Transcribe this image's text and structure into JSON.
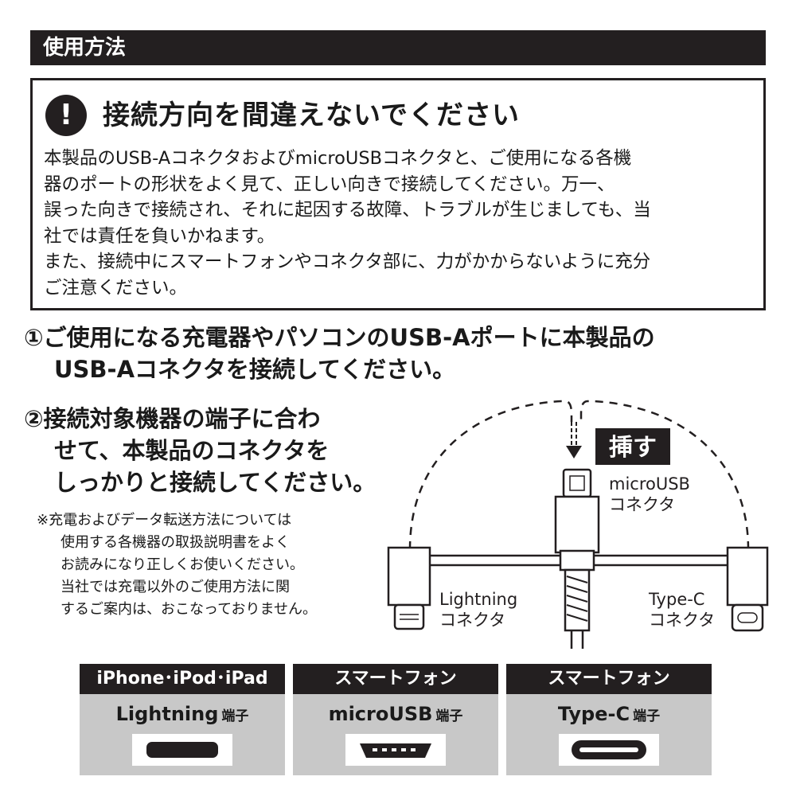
{
  "header": {
    "title": "使用方法"
  },
  "warning": {
    "icon": "exclamation-icon",
    "icon_glyph": "!",
    "title": "接続方向を間違えないでください",
    "lines": [
      "本製品のUSB-AコネクタおよびmicroUSBコネクタと、ご使用になる各機",
      "器のポートの形状をよく見て、正しい向きで接続してください。万一、",
      "誤った向きで接続され、それに起因する故障、トラブルが生じましても、当",
      "社では責任を負いかねます。",
      "また、接続中にスマートフォンやコネクタ部に、力がかからないように充分",
      "ご注意ください。"
    ]
  },
  "step1": {
    "line1": "①ご使用になる充電器やパソコンのUSB-Aポートに本製品の",
    "line2": "USB-Aコネクタを接続してください。"
  },
  "step2": {
    "line1": "②接続対象機器の端子に合わ",
    "line2": "せて、本製品のコネクタを",
    "line3": "しっかりと接続してください。"
  },
  "note": {
    "line1": "※充電およびデータ転送方法については",
    "line2": "使用する各機器の取扱説明書をよく",
    "line3": "お読みになり正しくお使いください。",
    "line4": "当社では充電以外のご使用方法に関",
    "line5": "するご案内は、おこなっておりません。"
  },
  "diagram": {
    "insert_label": "挿す",
    "micro_label_1": "microUSB",
    "micro_label_2": "コネクタ",
    "lightning_label_1": "Lightning",
    "lightning_label_2": "コネクタ",
    "typec_label_1": "Type-C",
    "typec_label_2": "コネクタ"
  },
  "cards": [
    {
      "head": "iPhone･iPod･iPad",
      "port": "Lightning",
      "suffix": "端子",
      "socket_icon": "lightning-socket-icon"
    },
    {
      "head": "スマートフォン",
      "port": "microUSB",
      "suffix": "端子",
      "socket_icon": "microusb-socket-icon"
    },
    {
      "head": "スマートフォン",
      "port": "Type-C",
      "suffix": "端子",
      "socket_icon": "typec-socket-icon"
    }
  ],
  "colors": {
    "dark": "#231f20",
    "card_bg": "#c8c8c8",
    "white": "#ffffff"
  }
}
